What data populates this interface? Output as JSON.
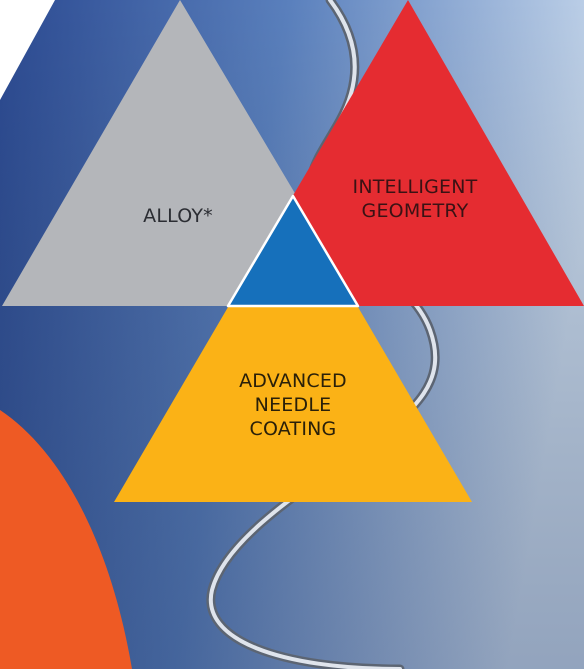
{
  "triangles": {
    "alloy": {
      "lines": [
        "ALLOY*"
      ],
      "color": "#b4b6ba"
    },
    "geometry": {
      "lines": [
        "INTELLIGENT",
        "GEOMETRY"
      ],
      "color": "#e52c31"
    },
    "coating": {
      "lines": [
        "ADVANCED",
        "NEEDLE",
        "COATING"
      ],
      "color": "#fbb216"
    },
    "center": {
      "color": "#1670bb"
    }
  },
  "colors": {
    "background_light": "#c5d6ea",
    "background_dark": "#2f4f96",
    "orange_shape": "#ee5a24",
    "needle": "#9aa3b0"
  }
}
